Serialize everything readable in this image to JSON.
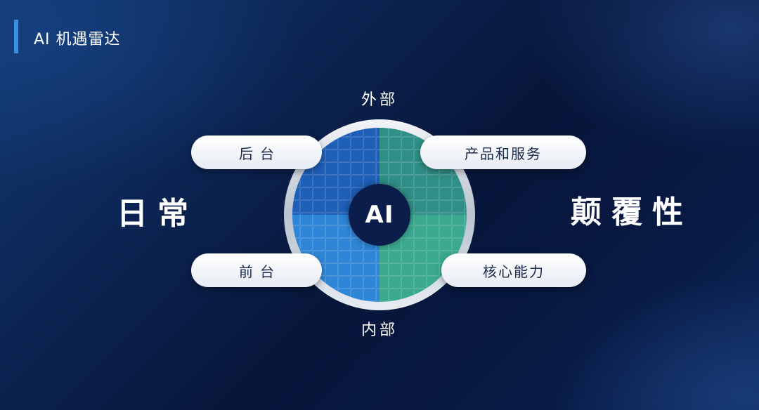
{
  "header": {
    "title": "AI 机遇雷达"
  },
  "axis": {
    "top": "外部",
    "bottom": "内部",
    "left": "日常",
    "right": "颠覆性"
  },
  "center": {
    "label": "AI"
  },
  "quadrants": {
    "top_left": "后台",
    "bottom_left": "前台",
    "top_right": "产品和服务",
    "bottom_right": "核心能力"
  },
  "colors": {
    "accent": "#3a8fe0",
    "quad_top_left": "#1e5fb8",
    "quad_bottom_left": "#2f86d6",
    "quad_top_right": "#2f8f86",
    "quad_bottom_right": "#3aa98f",
    "center": "#0b1d4a"
  }
}
